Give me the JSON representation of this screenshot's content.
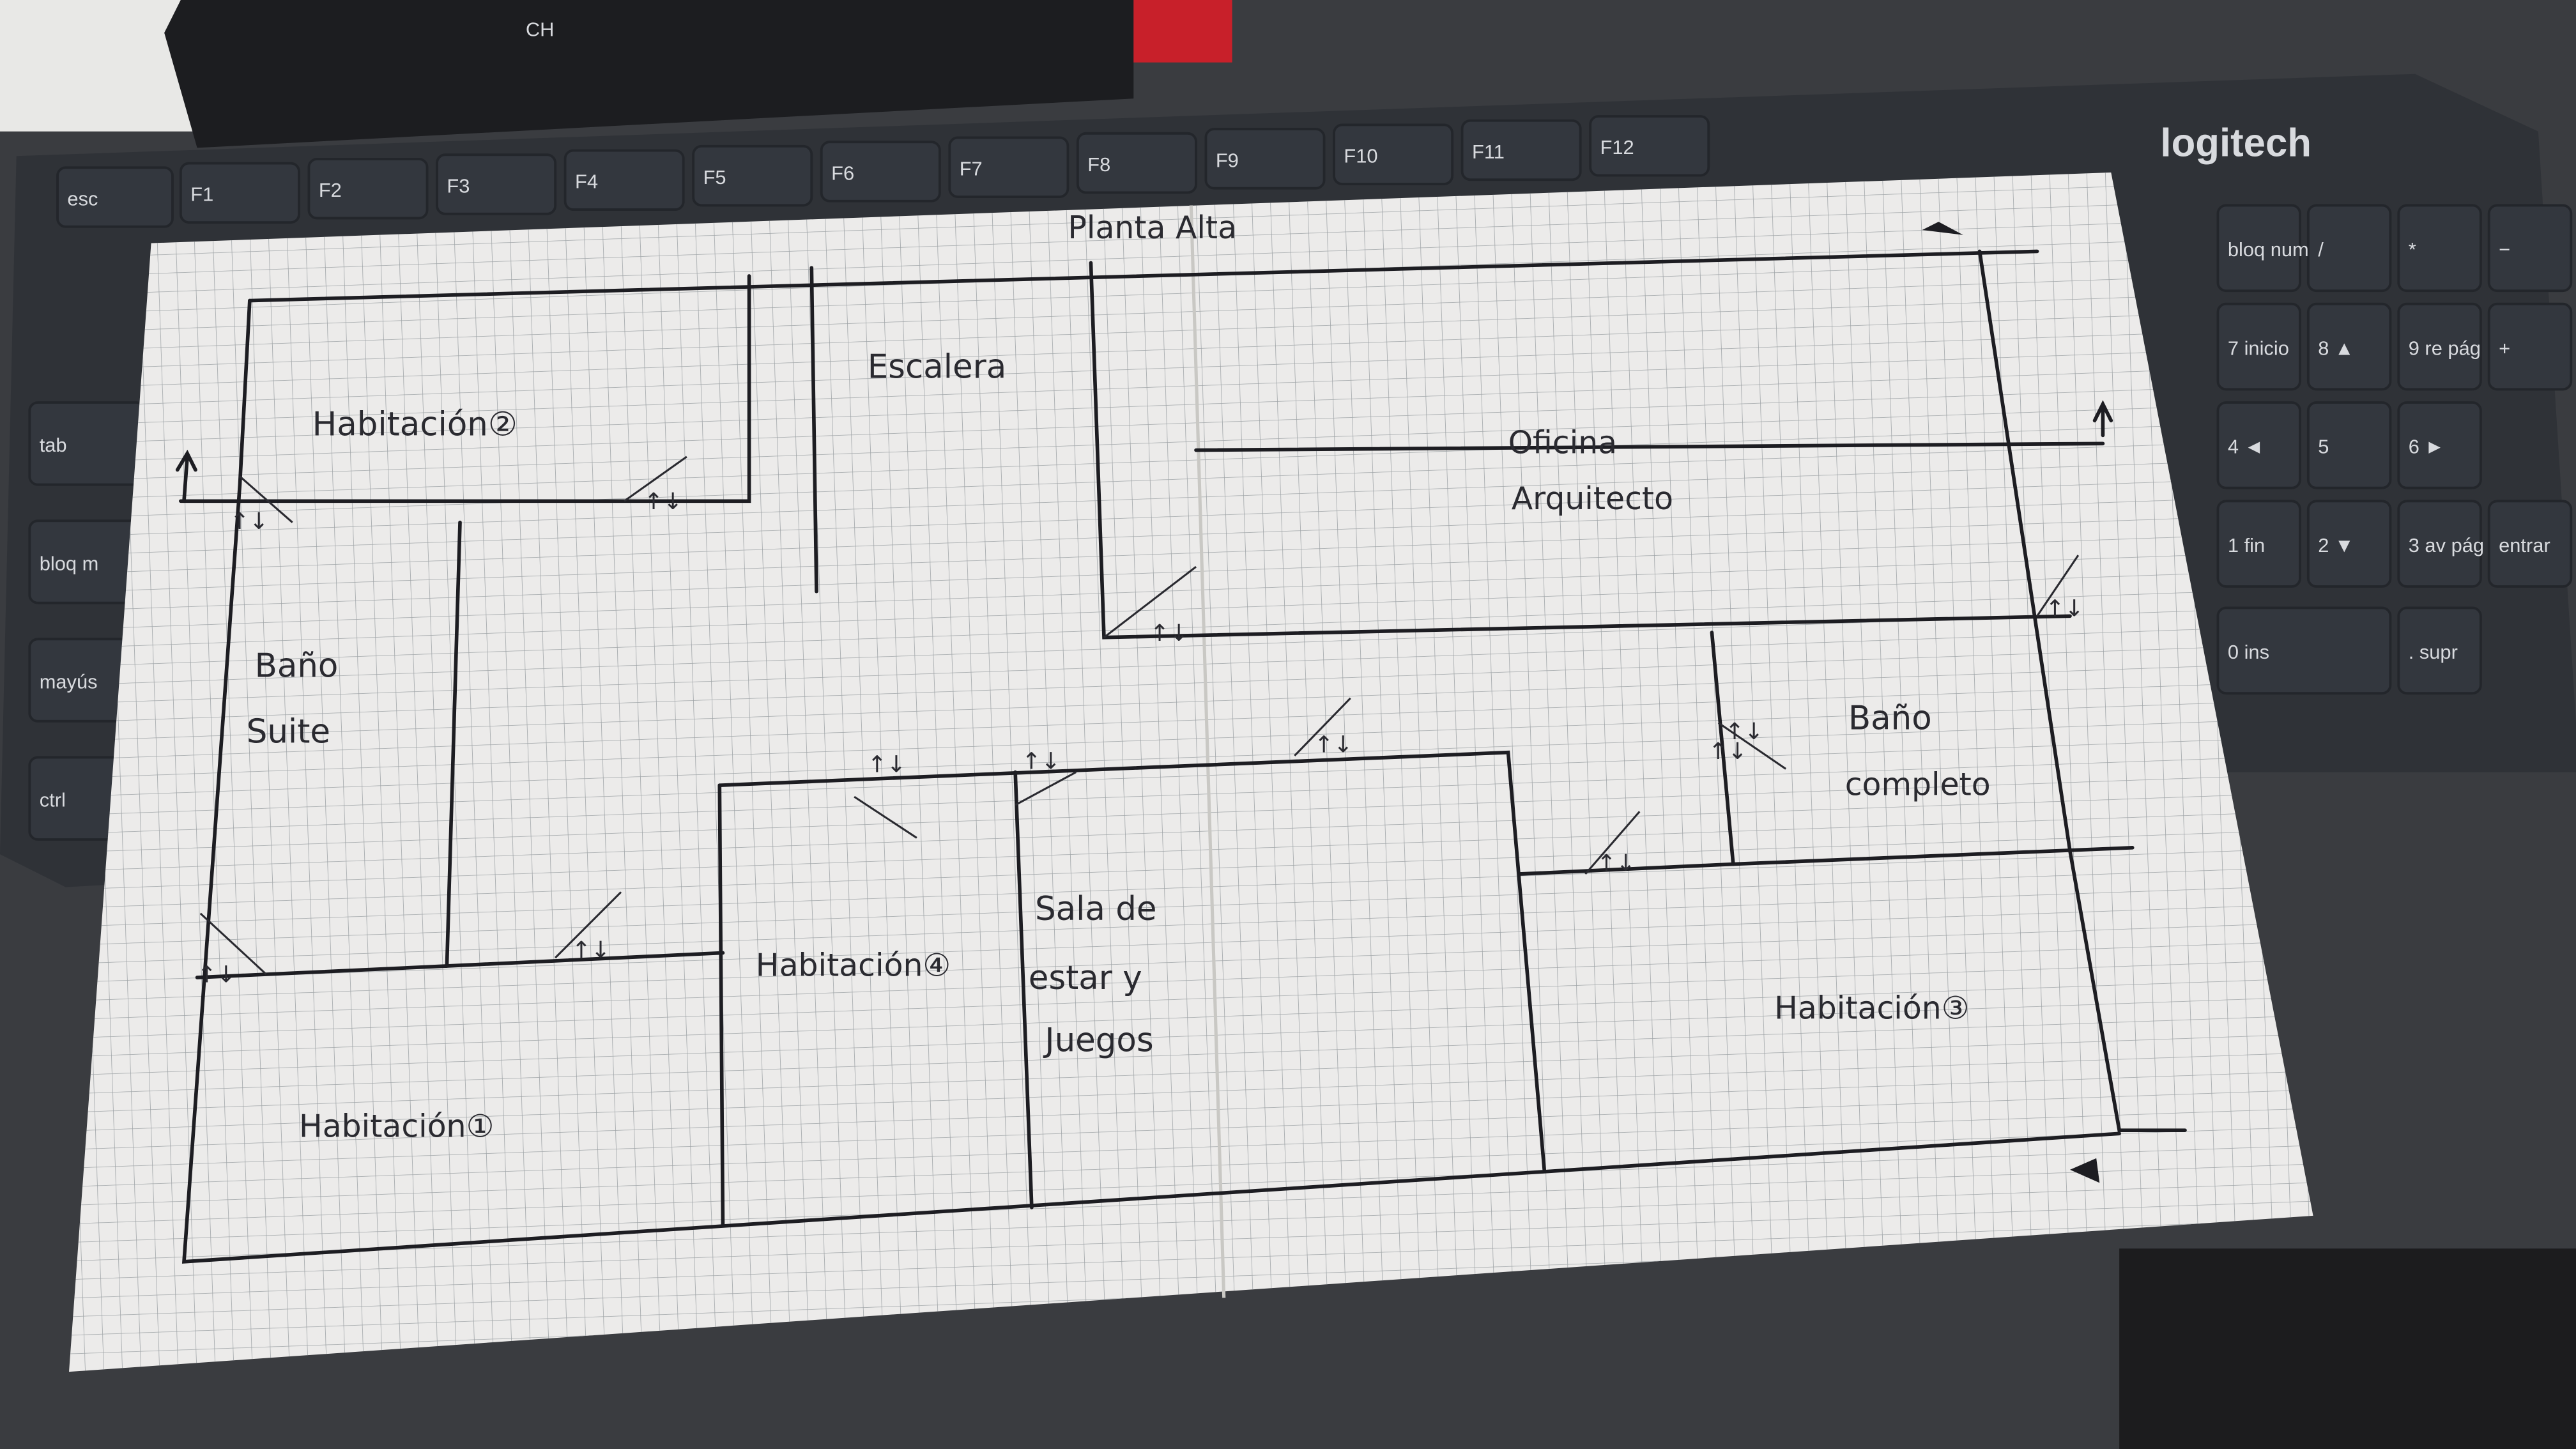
{
  "title": "Planta Alta",
  "rooms": {
    "habitacion_2": "Habitación②",
    "escalera": "Escalera",
    "oficina_1": "Oficina",
    "oficina_2": "Arquitecto",
    "bano_suite_1": "Baño",
    "bano_suite_2": "Suite",
    "bano_completo_1": "Baño",
    "bano_completo_2": "completo",
    "habitacion_4": "Habitación④",
    "sala_1": "Sala de",
    "sala_2": "estar y",
    "sala_3": "Juegos",
    "habitacion_3": "Habitación③",
    "habitacion_1": "Habitación①"
  },
  "door_marks": [
    "↑↓",
    "↑↓",
    "↑↓",
    "↑↓",
    "↑↓",
    "↑↓",
    "↑↓",
    "↑↓",
    "↑↓",
    "↑↓",
    "↑↓",
    "↑↓"
  ],
  "keyboard": {
    "brand": "logitech",
    "function_row": [
      "esc",
      "F1",
      "F2",
      "F3",
      "F4",
      "F5",
      "F6",
      "F7",
      "F8",
      "F9",
      "F10",
      "F11",
      "F12"
    ],
    "left_keys": [
      "tab",
      "bloq m",
      "mayús",
      "ctrl"
    ],
    "numpad": [
      "bloq num",
      "/",
      "*",
      "−",
      "7 inicio",
      "8 ▲",
      "9 re pág",
      "+",
      "4 ◄",
      "5",
      "6 ►",
      "1 fin",
      "2 ▼",
      "3 av pág",
      "entrar",
      "0 ins",
      ". supr"
    ]
  },
  "remote_label": "CH",
  "colors": {
    "paper": "#ecebea",
    "grid": "#9ea3a6",
    "ink": "#1d1d22",
    "keyboard": "#33373e",
    "carpet": "#3a3c40"
  }
}
